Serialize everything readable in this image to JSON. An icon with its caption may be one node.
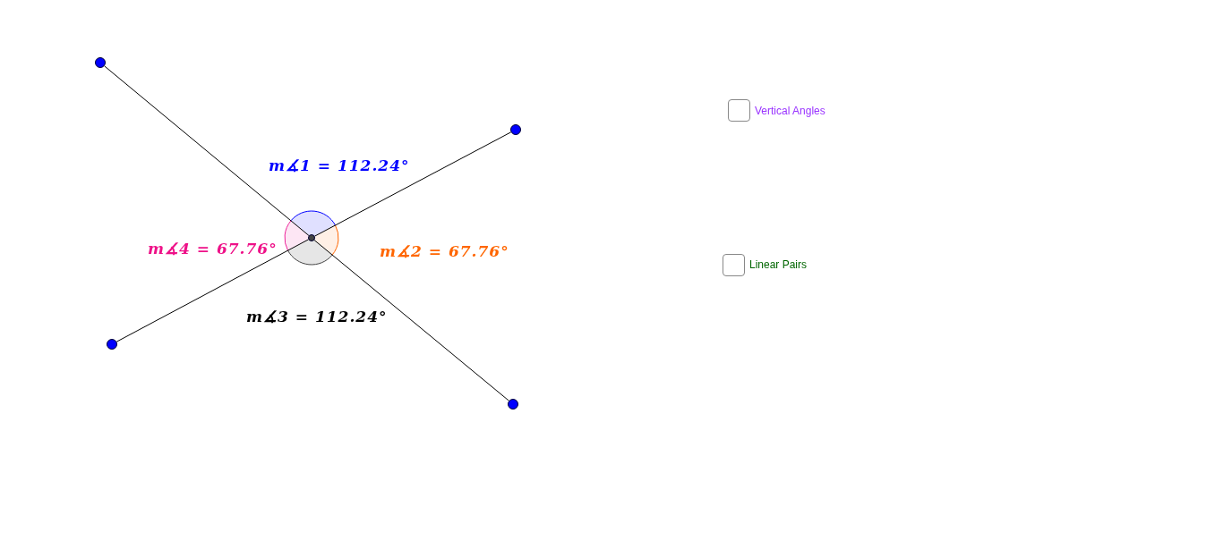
{
  "diagram": {
    "nodes": [
      {
        "text": [],
        "shape": "circle"
      },
      {
        "text": [],
        "shape": "circle"
      },
      {
        "text": [],
        "shape": "circle"
      },
      {
        "text": [],
        "shape": "circle"
      },
      {
        "text": [],
        "shape": "circle"
      }
    ],
    "edges": [
      {
        "from": 0,
        "to": 2,
        "arrow": "none"
      },
      {
        "from": 2,
        "to": 4,
        "arrow": "none"
      },
      {
        "from": 1,
        "to": 2,
        "arrow": "none"
      },
      {
        "from": 2,
        "to": 3,
        "arrow": "none"
      }
    ],
    "labels": [
      "Vertical Angles",
      "m∡1 = 112.24°",
      "m∡4 = 67.76°",
      "m∡2 = 67.76°",
      "Linear Pairs",
      "m∡3 = 112.24°"
    ]
  }
}
